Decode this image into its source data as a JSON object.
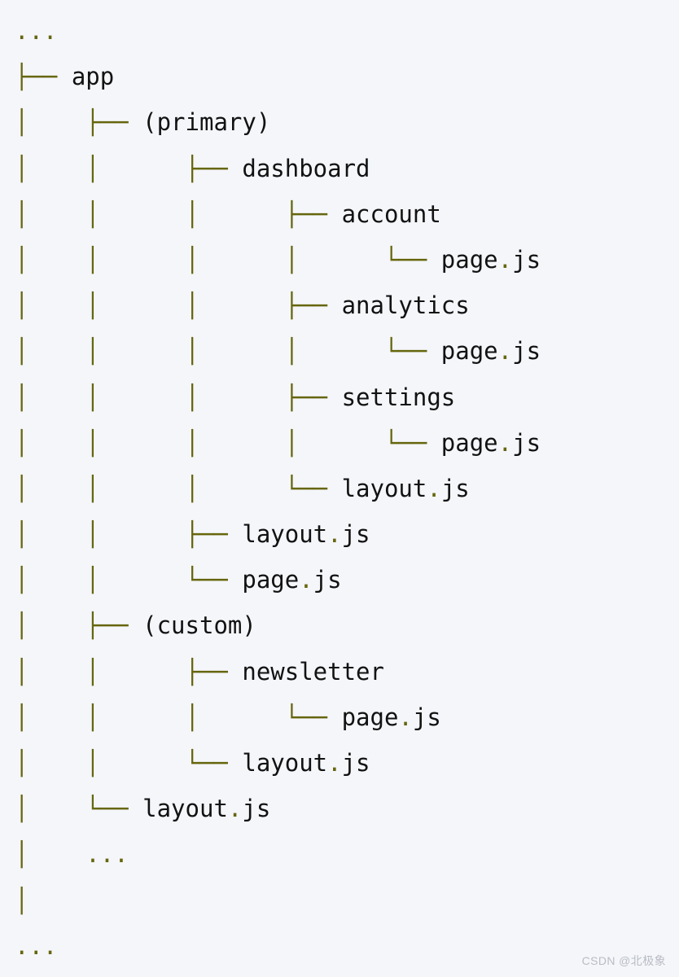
{
  "meta": {
    "background_color": "#f4f6fa",
    "tree_glyph_color": "#66660d",
    "name_color": "#121212",
    "watermark_color": "#b9bcc4"
  },
  "watermark": {
    "text": "CSDN @北极象"
  },
  "tree": {
    "title": "app directory route groups tree",
    "lines": [
      {
        "prefix": "...",
        "name": "",
        "ext": "",
        "kind": "ellipsis"
      },
      {
        "prefix": "├── ",
        "name": "app",
        "ext": "",
        "kind": "folder"
      },
      {
        "prefix": "│    ├── ",
        "name": "(primary)",
        "ext": "",
        "kind": "route-group"
      },
      {
        "prefix": "│    │      ├── ",
        "name": "dashboard",
        "ext": "",
        "kind": "folder"
      },
      {
        "prefix": "│    │      │      ├── ",
        "name": "account",
        "ext": "",
        "kind": "folder"
      },
      {
        "prefix": "│    │      │      │      └── ",
        "name": "page",
        "ext": ".js",
        "kind": "file"
      },
      {
        "prefix": "│    │      │      ├── ",
        "name": "analytics",
        "ext": "",
        "kind": "folder"
      },
      {
        "prefix": "│    │      │      │      └── ",
        "name": "page",
        "ext": ".js",
        "kind": "file"
      },
      {
        "prefix": "│    │      │      ├── ",
        "name": "settings",
        "ext": "",
        "kind": "folder"
      },
      {
        "prefix": "│    │      │      │      └── ",
        "name": "page",
        "ext": ".js",
        "kind": "file"
      },
      {
        "prefix": "│    │      │      └── ",
        "name": "layout",
        "ext": ".js",
        "kind": "file"
      },
      {
        "prefix": "│    │      ├── ",
        "name": "layout",
        "ext": ".js",
        "kind": "file"
      },
      {
        "prefix": "│    │      └── ",
        "name": "page",
        "ext": ".js",
        "kind": "file"
      },
      {
        "prefix": "│    ├── ",
        "name": "(custom)",
        "ext": "",
        "kind": "route-group"
      },
      {
        "prefix": "│    │      ├── ",
        "name": "newsletter",
        "ext": "",
        "kind": "folder"
      },
      {
        "prefix": "│    │      │      └── ",
        "name": "page",
        "ext": ".js",
        "kind": "file"
      },
      {
        "prefix": "│    │      └── ",
        "name": "layout",
        "ext": ".js",
        "kind": "file"
      },
      {
        "prefix": "│    └── ",
        "name": "layout",
        "ext": ".js",
        "kind": "file"
      },
      {
        "prefix": "│    ...",
        "name": "",
        "ext": "",
        "kind": "ellipsis"
      },
      {
        "prefix": "│",
        "name": "",
        "ext": "",
        "kind": "pipe"
      },
      {
        "prefix": "...",
        "name": "",
        "ext": "",
        "kind": "ellipsis"
      }
    ]
  }
}
